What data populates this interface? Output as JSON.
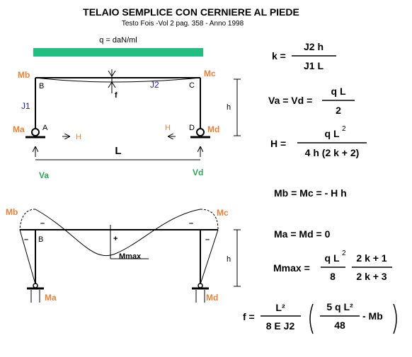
{
  "title": "TELAIO SEMPLICE CON CERNIERE AL PIEDE",
  "subtitle": "Testo Fois -Vol 2 pag. 358 - Anno 1998",
  "load_label": "q = daN/ml",
  "colors": {
    "load_bar": "#1fbf83",
    "moment_label": "#e8823a",
    "inertia_label": "#2020c0",
    "reaction_label": "#2aa85a"
  },
  "frame": {
    "Mb": "Mb",
    "Mc": "Mc",
    "Ma": "Ma",
    "Md": "Md",
    "B": "B",
    "C": "C",
    "A": "A",
    "D": "D",
    "J1": "J1",
    "J2": "J2",
    "f": "f",
    "h": "h",
    "H_left": "H",
    "H_right": "H",
    "L": "L",
    "Va": "Va",
    "Vd": "Vd"
  },
  "moment_diagram": {
    "Mb": "Mb",
    "Mc": "Mc",
    "Ma": "Ma",
    "Md": "Md",
    "B": "B",
    "minus": "–",
    "plus": "+",
    "Mmax": "Mmax",
    "h": "h"
  },
  "formulas": {
    "k_lhs": "k =",
    "k_num": "J2   h",
    "k_den": "J1   L",
    "v_lhs": "Va = Vd =",
    "v_num": "q   L",
    "v_den": "2",
    "H_lhs": "H  =",
    "H_num": "q L",
    "H_num_exp": "2",
    "H_den": "4 h (2 k + 2)",
    "mb": "Mb = Mc = - H h",
    "ma": "Ma = Md = 0",
    "mmax_lhs": "Mmax =",
    "mmax_num1": "q L",
    "mmax_num1_exp": "2",
    "mmax_den1": "8",
    "mmax_num2": "2 k + 1",
    "mmax_den2": "2 k + 3",
    "f_lhs": "f =",
    "f_num1": "L²",
    "f_den1": "8  E J2",
    "f_num2": "5 q L²",
    "f_den2": "48",
    "f_tail": "- Mb"
  }
}
